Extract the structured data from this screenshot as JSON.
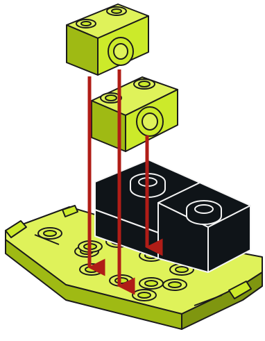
{
  "illustration": {
    "colors": {
      "lime_light": "#dff25a",
      "lime": "#ccea2a",
      "lime_dark": "#9fba14",
      "lime_shadow": "#7f9610",
      "black_brick": "#0f1418",
      "black_edge": "#f4f4f4",
      "outline": "#1a1a1a",
      "arrow": "#b01d17"
    },
    "parts": [
      {
        "part": "upper-technic-brick",
        "icon": "technic-brick-1x2-lime"
      },
      {
        "part": "lower-technic-brick",
        "icon": "technic-brick-1x2-lime"
      },
      {
        "part": "black-bricks",
        "icon": "brick-2x2-black"
      },
      {
        "part": "base-wedge-plate",
        "icon": "wedge-plate-lime"
      }
    ],
    "arrow_count": 3
  }
}
